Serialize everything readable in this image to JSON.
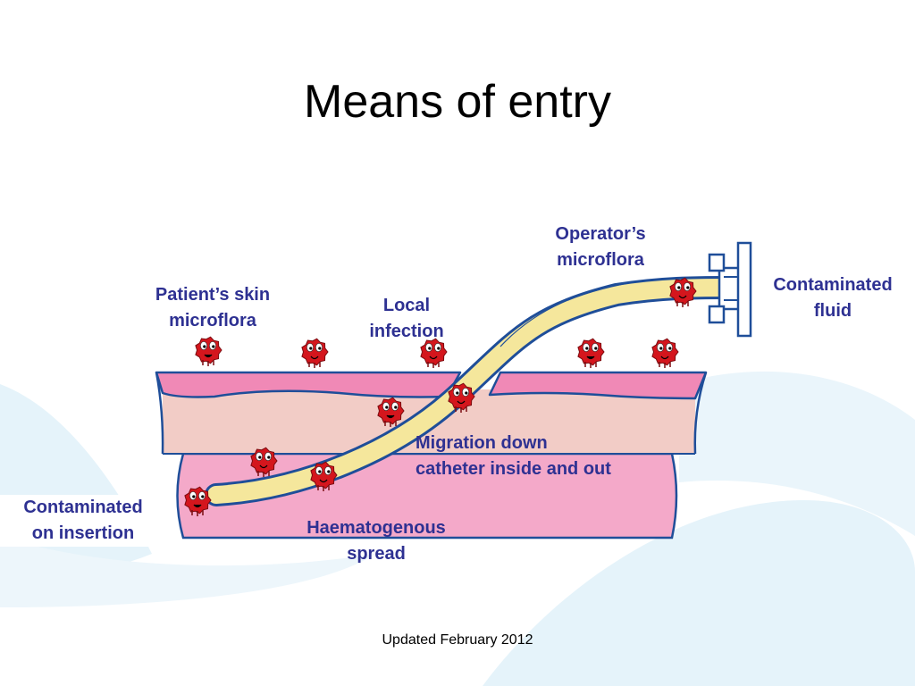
{
  "slide": {
    "title": "Means of entry",
    "footer": "Updated February 2012"
  },
  "labels": {
    "operator": [
      "Operator’s",
      "microflora"
    ],
    "contaminated_fluid": [
      "Contaminated",
      "fluid"
    ],
    "patient_skin": [
      "Patient’s skin",
      "microflora"
    ],
    "local_infection": [
      "Local",
      "infection"
    ],
    "migration": [
      "Migration down",
      "catheter inside and out"
    ],
    "contaminated_insertion": [
      "Contaminated",
      "on insertion"
    ],
    "haematogenous": [
      "Haematogenous",
      "spread"
    ]
  },
  "colors": {
    "label_text": "#2e3192",
    "skin_pink": "#f089b6",
    "tissue": "#f2ccc6",
    "vessel": "#f4a9c9",
    "catheter_fill": "#f5e79c",
    "microbe": "#d4161d",
    "outline": "#1f4e99",
    "background_swirl": "#d6ecf7"
  },
  "icons": [
    "microbe-icon",
    "catheter-connector-icon"
  ]
}
